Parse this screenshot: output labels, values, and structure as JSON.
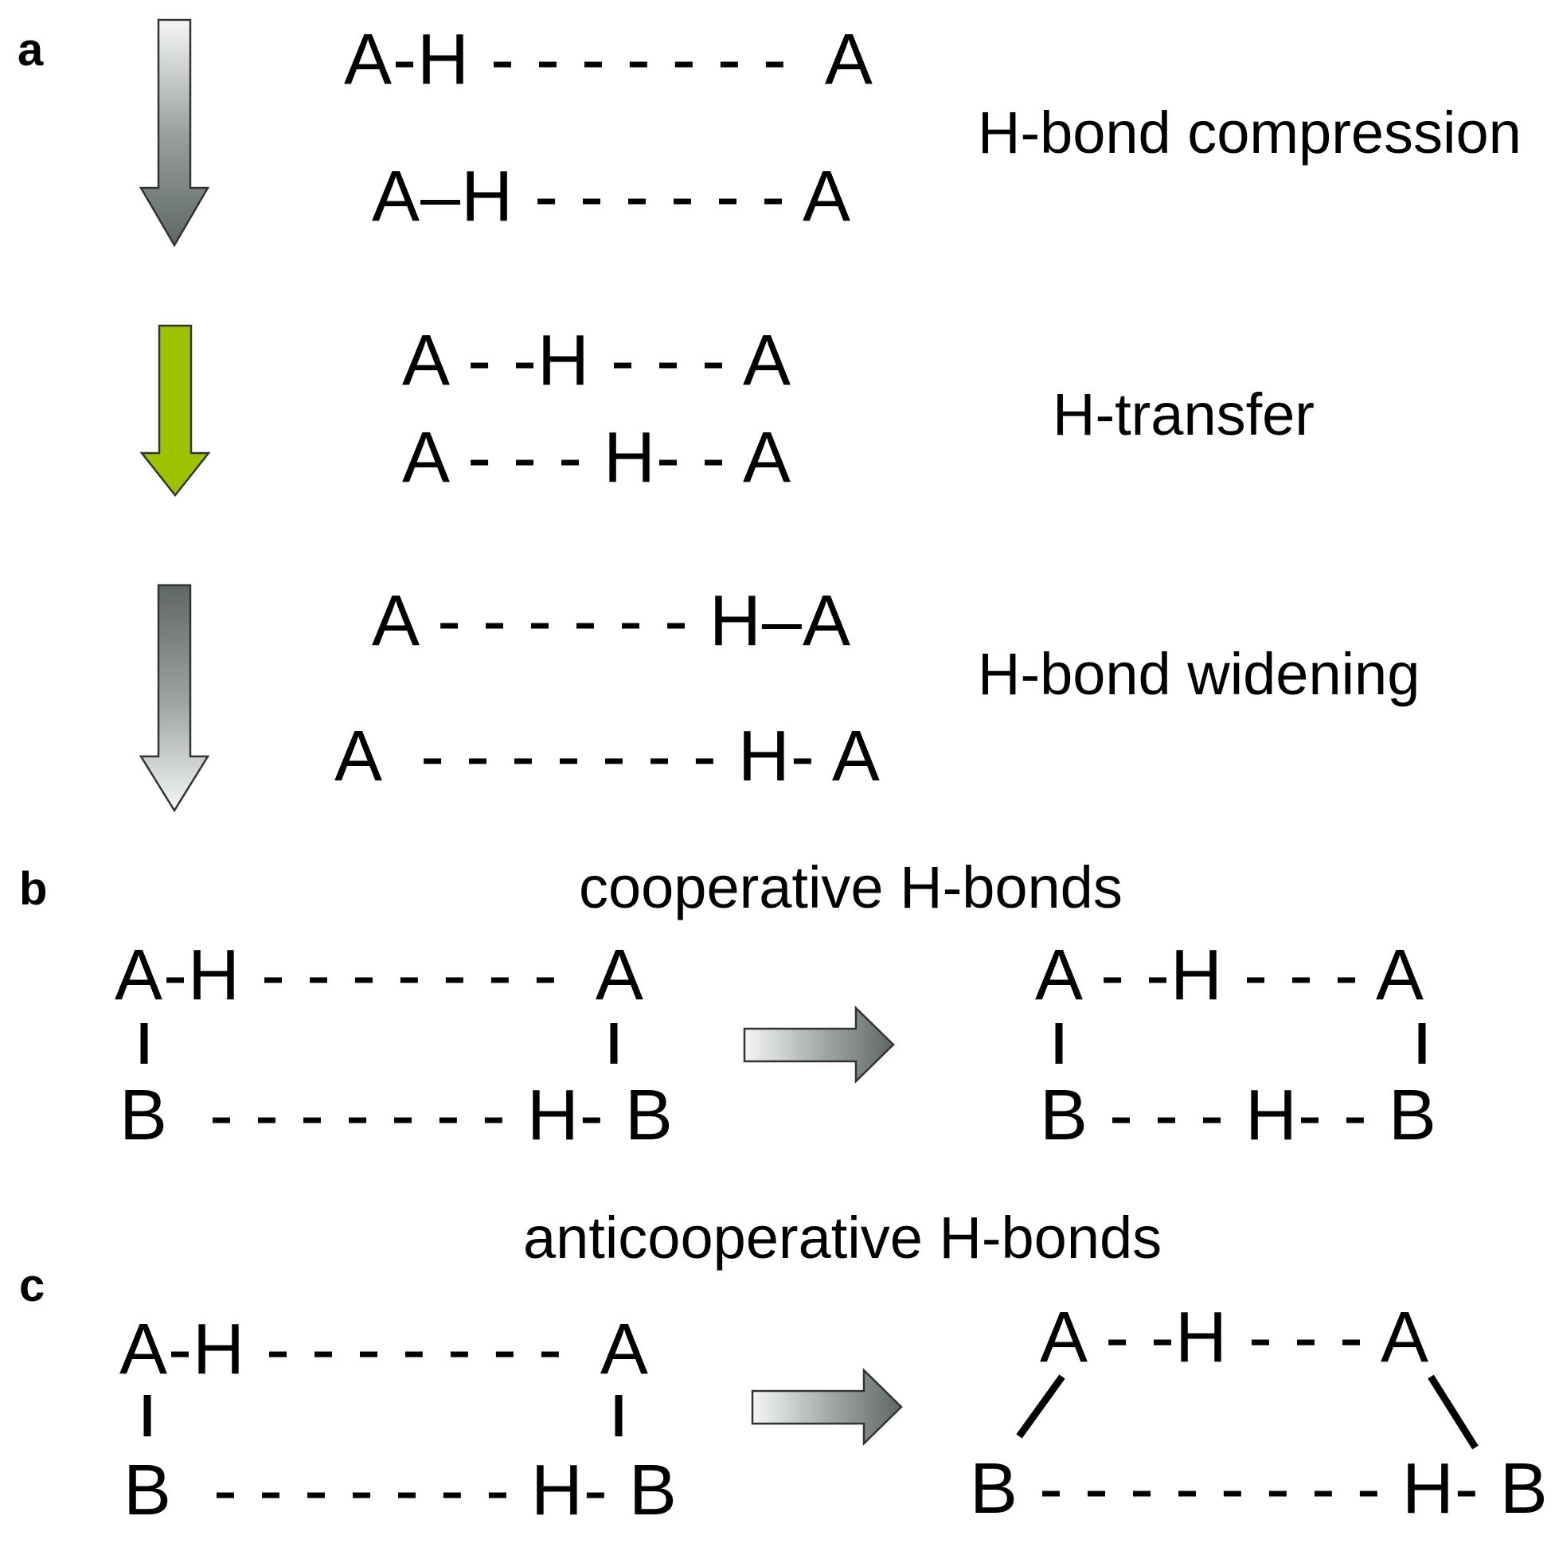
{
  "panels": {
    "a": {
      "label": "a",
      "rows": [
        "A-H - - - - - - -  A",
        "A–H - - - - - - A",
        "A - -H - - - A",
        "A - - - H- - A",
        "A - - - - - - H–A",
        "A  - - - - - - - H- A"
      ],
      "captions": [
        "H-bond compression",
        "H-transfer",
        "H-bond widening"
      ],
      "arrow_colors": {
        "gray_dark": "#5f6766",
        "gray_light": "#f4f6f6",
        "green": "#9dc300"
      }
    },
    "b": {
      "label": "b",
      "title": "cooperative H-bonds",
      "left_top": "A-H - - - - - - -  A",
      "left_bottom": "B  - - - - - - - H- B",
      "right_top": "A - -H - - - A",
      "right_bottom": "B - - - H- - B"
    },
    "c": {
      "label": "c",
      "title": "anticooperative H-bonds",
      "left_top": "A-H - - - - - - -  A",
      "left_bottom": "B  - - - - - - - H- B",
      "right_top": "A - -H - - - A",
      "right_bottom": "B - - - - - - - - H- B"
    }
  }
}
